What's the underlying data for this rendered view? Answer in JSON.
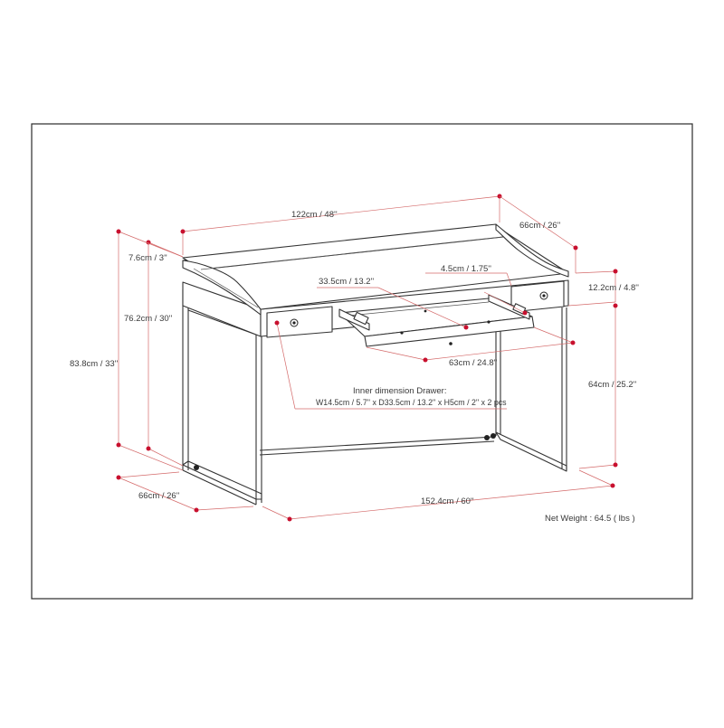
{
  "dimensions": {
    "top_width": "122cm / 48''",
    "top_depth": "66cm / 26''",
    "hutch_height": "7.6cm / 3''",
    "drawer_offset": "4.5cm / 1.75''",
    "keyboard_depth": "33.5cm / 13.2''",
    "apron_height": "12.2cm / 4.8''",
    "desk_height": "76.2cm / 30''",
    "total_height": "83.8cm / 33''",
    "keyboard_width": "63cm / 24.8''",
    "knee_clearance": "64cm / 25.2''",
    "base_depth": "66cm / 26''",
    "base_width": "152.4cm / 60''"
  },
  "drawer_note": {
    "title": "Inner dimension Drawer:",
    "detail": "W14.5cm / 5.7'' x D33.5cm / 13.2'' x H5cm / 2'' x 2 pcs"
  },
  "net_weight": "Net Weight : 64.5 ( lbs )"
}
